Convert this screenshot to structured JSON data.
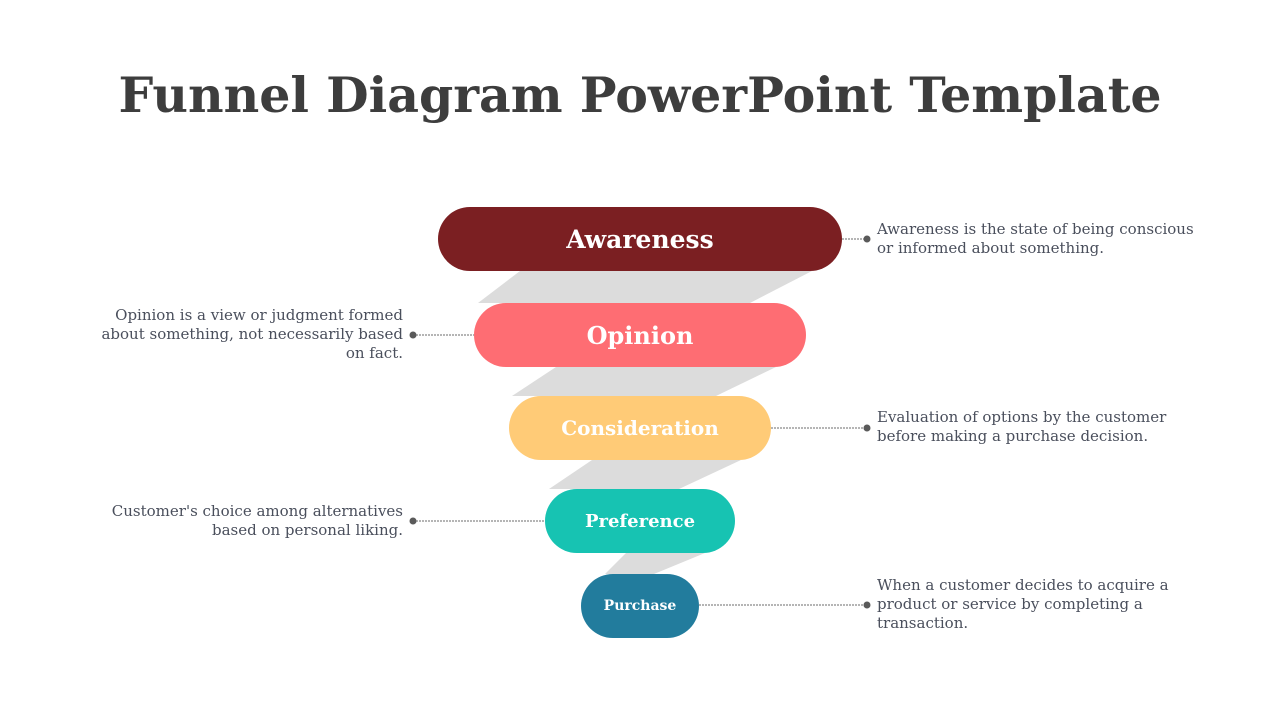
{
  "title": "Funnel Diagram PowerPoint Template",
  "colors": {
    "awareness": "#7b1f22",
    "opinion": "#fe6d73",
    "consideration": "#ffcb77",
    "preference": "#17c3b2",
    "purchase": "#227c9d",
    "funnel_shadow": "#dcdcdc",
    "connector": "#6b6b6b"
  },
  "stages": [
    {
      "label": "Awareness",
      "description": "Awareness is the state of being conscious or informed about something."
    },
    {
      "label": "Opinion",
      "description": "Opinion is a view or judgment formed about something, not necessarily based on fact."
    },
    {
      "label": "Consideration",
      "description": "Evaluation of options by the customer before making a purchase decision."
    },
    {
      "label": "Preference",
      "description": "Customer's choice among alternatives based on personal liking."
    },
    {
      "label": "Purchase",
      "description": "When a customer decides to acquire a product or service by completing a transaction."
    }
  ]
}
